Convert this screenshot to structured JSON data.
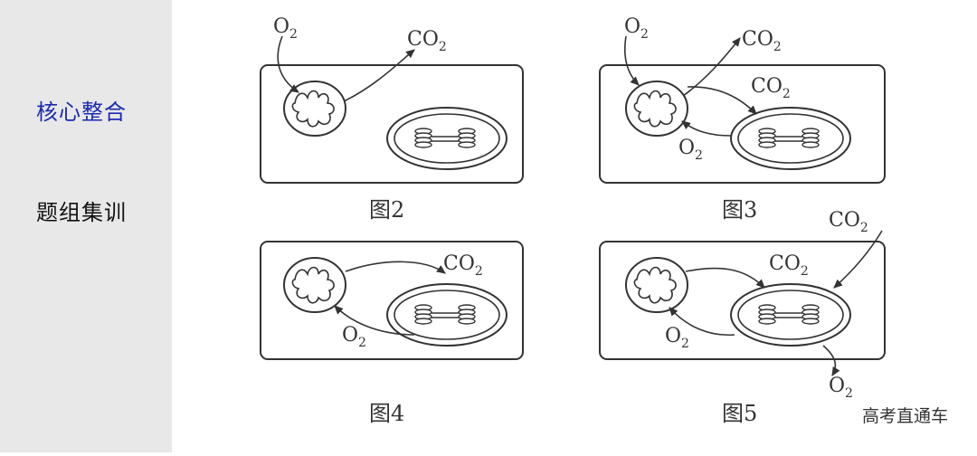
{
  "sidebar": {
    "items": [
      {
        "label": "核心整合",
        "color": "#1a2bb0",
        "active": true
      },
      {
        "label": "题组集训",
        "color": "#111111",
        "active": false
      }
    ]
  },
  "figures": {
    "fig2": {
      "caption": "图2"
    },
    "fig3": {
      "caption": "图3"
    },
    "fig4": {
      "caption": "图4"
    },
    "fig5": {
      "caption": "图5"
    }
  },
  "labels": {
    "o_main": "O",
    "co_main": "CO",
    "subscript": "2"
  },
  "watermark": "高考直通车"
}
